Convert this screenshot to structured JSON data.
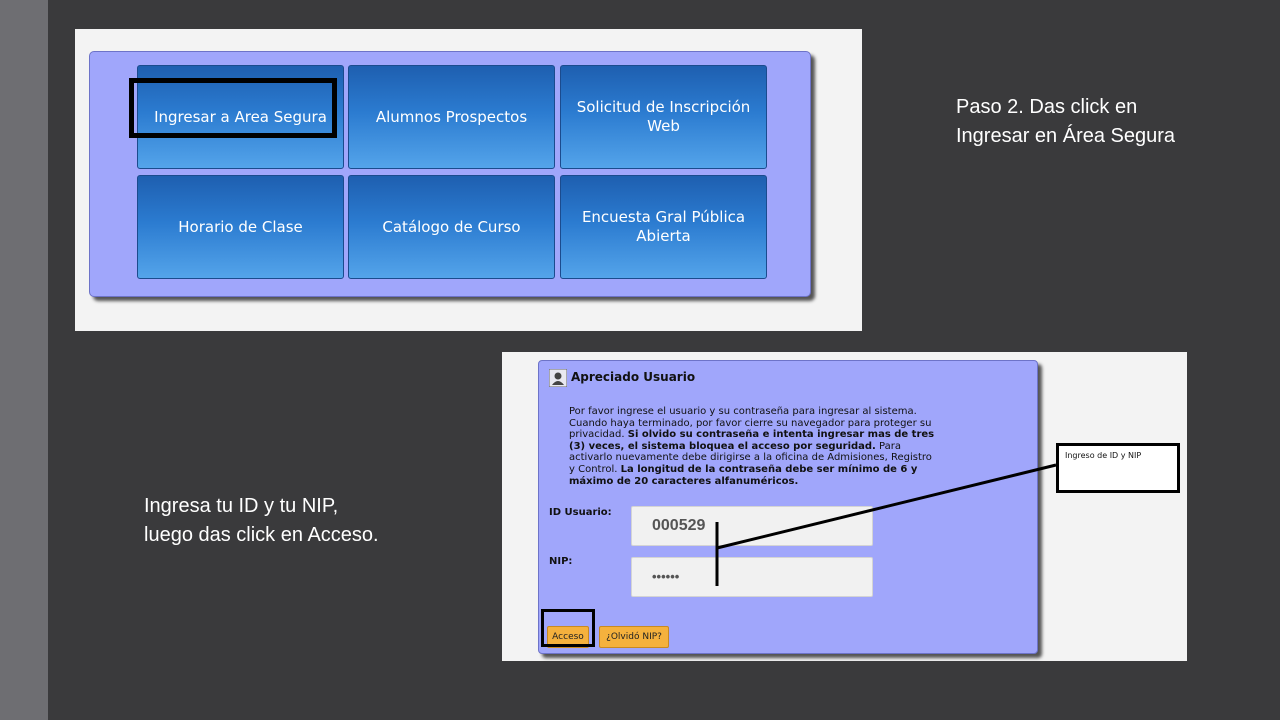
{
  "menu": {
    "tiles": [
      {
        "label": "Ingresar a Area Segura"
      },
      {
        "label": "Alumnos Prospectos"
      },
      {
        "label": "Solicitud de Inscripción Web"
      },
      {
        "label": "Horario de Clase"
      },
      {
        "label": "Catálogo de Curso"
      },
      {
        "label": "Encuesta Gral Pública Abierta"
      }
    ]
  },
  "captions": {
    "step2_line1": "Paso 2. Das click en",
    "step2_line2": "Ingresar en Área Segura",
    "login_line1": "Ingresa tu ID y tu NIP,",
    "login_line2": "luego das click en Acceso."
  },
  "login": {
    "title": "Apreciado Usuario",
    "info_1": "Por favor ingrese el usuario y su contraseña para ingresar al sistema. Cuando haya terminado, por favor cierre su navegador para proteger su privacidad. ",
    "info_2": "Si olvido su contraseña e intenta ingresar mas de tres (3) veces, el sistema bloquea el acceso por seguridad.",
    "info_3": " Para activarlo nuevamente debe dirigirse a la oficina de Admisiones, Registro y Control. ",
    "info_4": "La longitud de la contraseña debe ser mínimo de 6 y máximo de 20 caracteres alfanuméricos.",
    "id_label": "ID Usuario:",
    "id_value": "000529",
    "nip_label": "NIP:",
    "nip_value": "••••••",
    "access_button": "Acceso",
    "forgot_button": "¿Olvidó NIP?",
    "callout": "Ingreso de ID y NIP"
  },
  "colors": {
    "background": "#3a3a3c",
    "panel": "#a0a6fb",
    "tile": "#2b7bd0",
    "button": "#f5b13d"
  }
}
